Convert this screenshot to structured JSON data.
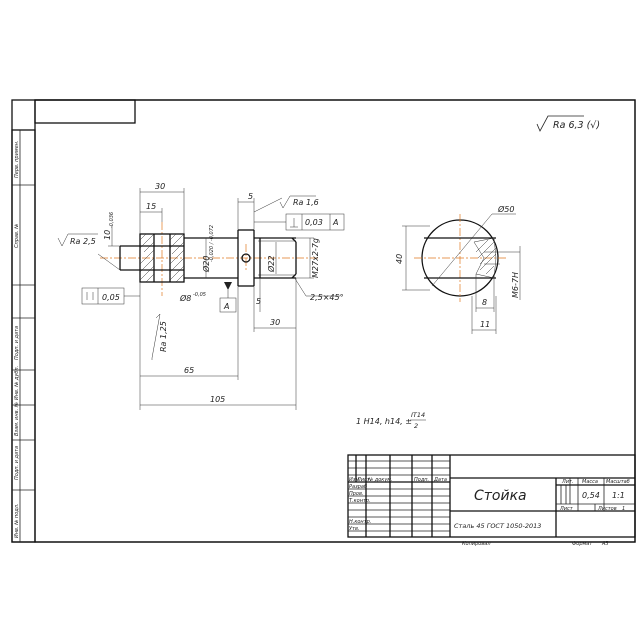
{
  "roughness": {
    "general": "Ra 6,3 (√)",
    "face": "Ra 1,6",
    "shaft": "Ra 2,5",
    "flange": "Ra 1,25"
  },
  "dimensions": {
    "d30": "30",
    "d15": "15",
    "d5_top": "5",
    "d10_upper": "10",
    "d10_tol": "-0,036",
    "d20": "Ø20",
    "d20_tol": "-0,020 / -0,072",
    "d22": "Ø22",
    "thread": "M27х2-7g",
    "d8": "Ø8",
    "d8_tol": "-0,05",
    "d5_bottom": "5",
    "chamfer": "2,5×45°",
    "d30_bottom": "30",
    "d65": "65",
    "d105": "105",
    "d50": "Ø50",
    "d40": "40",
    "d8_right": "8",
    "d11": "11",
    "m6": "M6-7H"
  },
  "tolerances": {
    "perp_value": "0,03",
    "perp_datum": "A",
    "flat_value": "0,05",
    "datum_label": "A"
  },
  "note": {
    "text": "1 H14, h14, ±",
    "frac_top": "IT14",
    "frac_bottom": "2"
  },
  "side_labels": [
    "Перв. примен.",
    "Справ. №",
    "Подп. и дата",
    "Инв. № дубл.",
    "Взам. инв. №",
    "Подп. и дата",
    "Инв. № подл."
  ],
  "title_block": {
    "part_name": "Стойка",
    "material": "Сталь 45 ГОСТ 1050-2013",
    "col_headers": [
      "Изм",
      "Лист",
      "№ докум.",
      "Подп.",
      "Дата"
    ],
    "roles": [
      "Разраб",
      "Пров.",
      "Т.контр.",
      "Н.контр.",
      "Утв."
    ],
    "lit_header": "Лит.",
    "mass_header": "Масса",
    "scale_header": "Масштаб",
    "mass": "0,54",
    "scale": "1:1",
    "sheet_label": "Лист",
    "sheets_label": "Листов",
    "sheets_count": "1",
    "copied": "Копировал",
    "format": "Формат",
    "format_value": "А3"
  }
}
